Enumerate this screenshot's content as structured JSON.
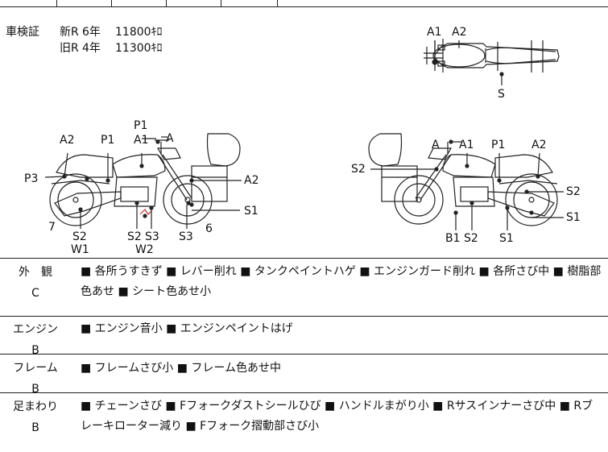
{
  "registration": {
    "label": "車検証",
    "rows": [
      {
        "era": "新R",
        "years": "6年",
        "weight": "11800ｷﾛ"
      },
      {
        "era": "旧R",
        "years": "4年",
        "weight": "11300ｷﾛ"
      }
    ]
  },
  "top_view": {
    "labels": [
      "A1",
      "A2",
      "S"
    ]
  },
  "left_side": {
    "labels": [
      "P1",
      "A",
      "A2",
      "P1",
      "A1",
      "P3",
      "A2",
      "S1",
      "7",
      "6",
      "S2",
      "W1",
      "S2",
      "S3",
      "W2",
      "S3"
    ]
  },
  "right_side": {
    "labels": [
      "A",
      "A1",
      "P1",
      "A2",
      "S2",
      "S2",
      "S1",
      "B1",
      "S2",
      "S1"
    ]
  },
  "conditions": [
    {
      "category": "外　観",
      "grade": "C",
      "text": "■ 各所うすきず ■ レバー削れ ■ タンクペイントハゲ ■ エンジンガード削れ ■ 各所さび中 ■ 樹脂部色あせ ■ シート色あせ小"
    },
    {
      "category": "エンジン",
      "grade": "B",
      "text": "■ エンジン音小 ■ エンジンペイントはげ"
    },
    {
      "category": "フレーム",
      "grade": "B",
      "text": "■ フレームさび小 ■ フレーム色あせ中"
    },
    {
      "category": "足まわり",
      "grade": "B",
      "text": "■ チェーンさび ■ Fフォークダストシールひび ■ ハンドルまがり小 ■ Rサスインナーさび中 ■ Rブレーキローター減り ■ Fフォーク摺動部さび小"
    }
  ]
}
